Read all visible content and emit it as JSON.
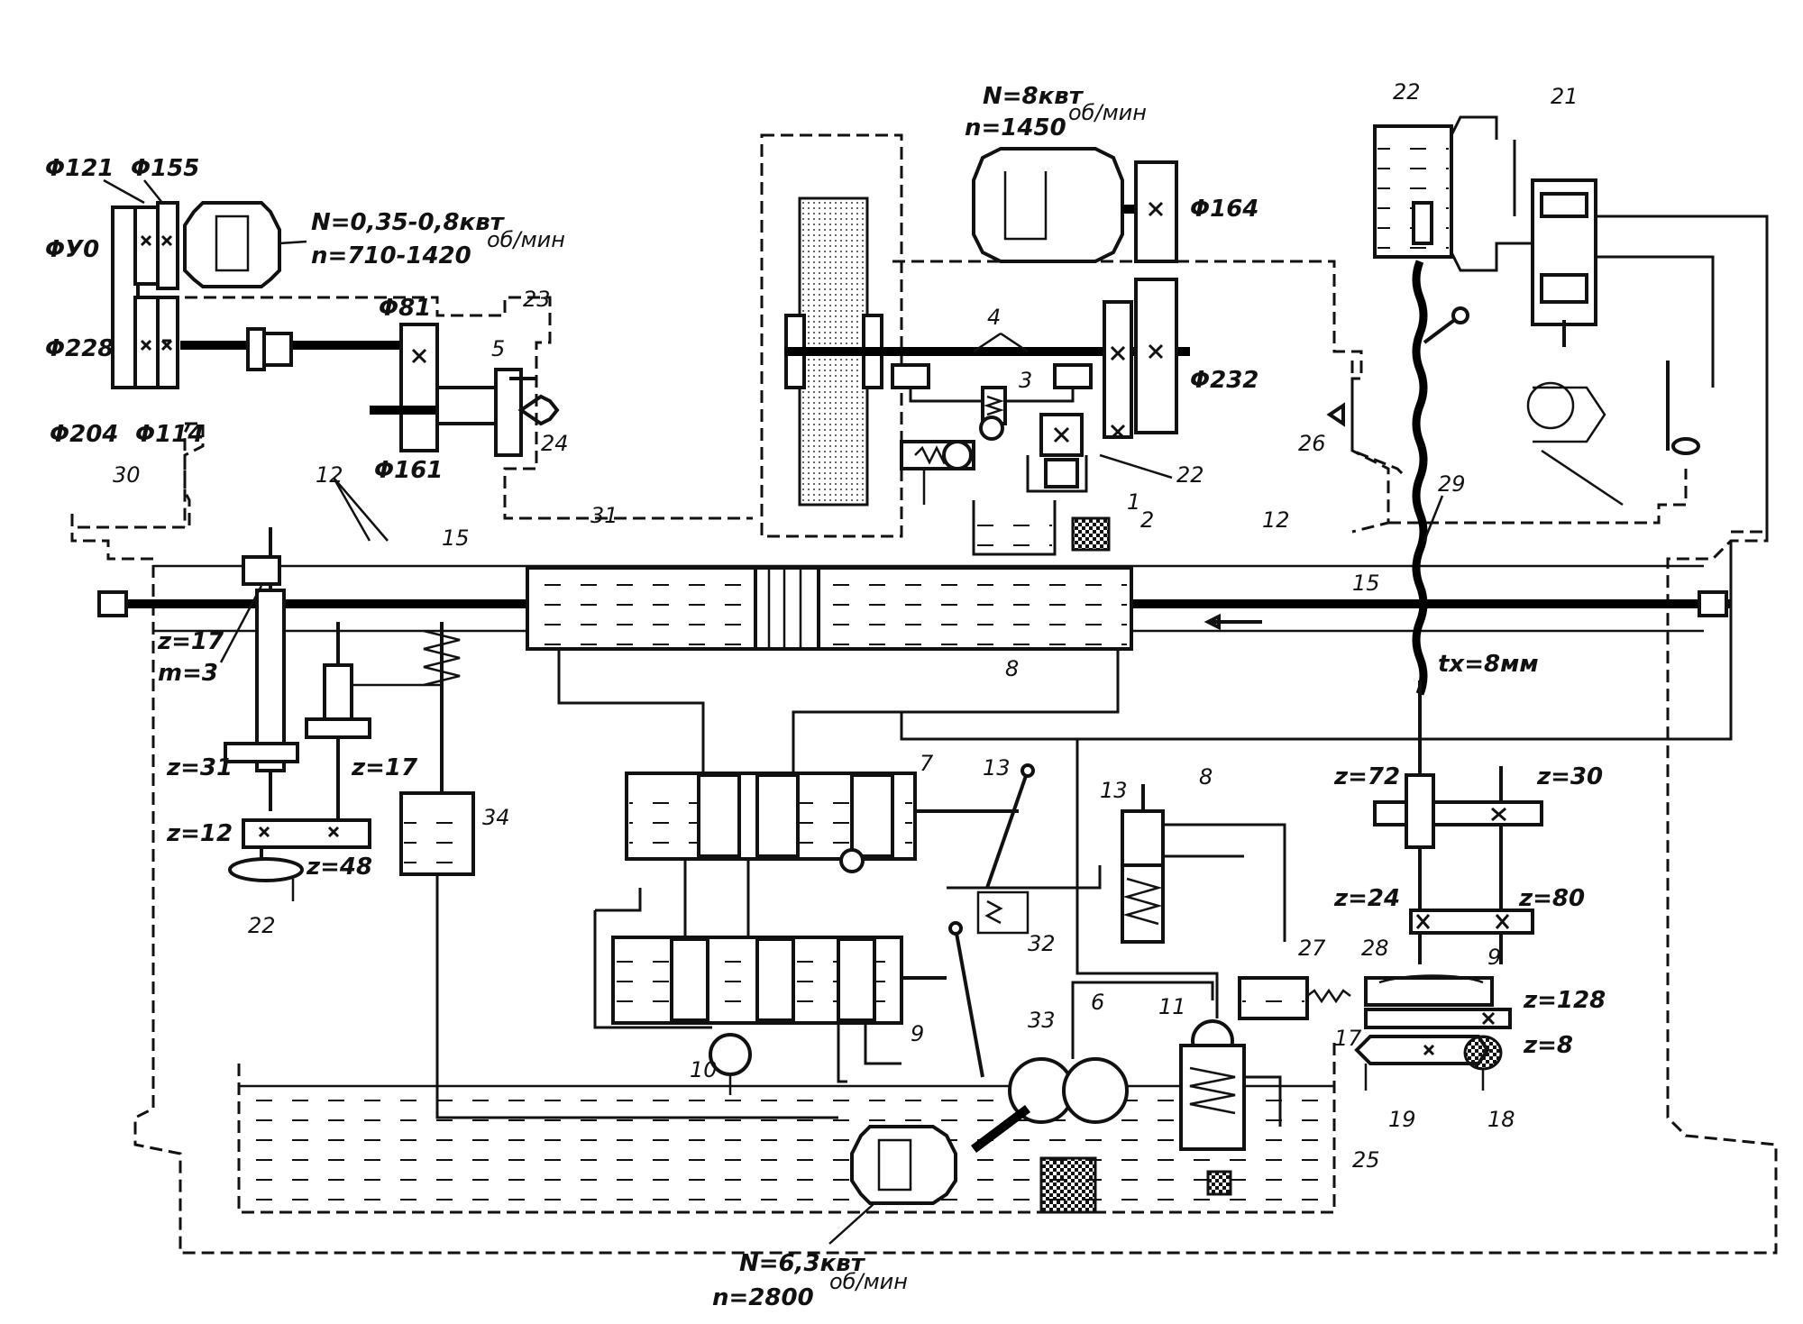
{
  "labels": {
    "d121": "Φ121",
    "d155": "Φ155",
    "d90": "ΦУ0",
    "d228": "Φ228",
    "d204": "Φ204",
    "d114": "Φ114",
    "d81": "Φ81",
    "d161": "Φ161",
    "d164": "Φ164",
    "d232": "Φ232",
    "motor1_power": "N=0,35-0,8квт",
    "motor1_speed": "n=710-1420",
    "motor2_power": "N=8квт",
    "motor2_speed": "n=1450",
    "motor3_power": "N=6,3квт",
    "motor3_speed": "n=2800",
    "unit_rpm": "об/мин",
    "z17": "z=17",
    "m3": "m=3",
    "z31": "z=31",
    "z17b": "z=17",
    "z12": "z=12",
    "z48": "z=48",
    "z72": "z=72",
    "z30": "z=30",
    "z24": "z=24",
    "z80": "z=80",
    "z128": "z=128",
    "z8": "z=8",
    "tx": "tx=8мм"
  },
  "numbers": {
    "n1": "1",
    "n2": "2",
    "n3": "3",
    "n4": "4",
    "n5": "5",
    "n6": "6",
    "n7": "7",
    "n8a": "8",
    "n8b": "8",
    "n9a": "9",
    "n9b": "9",
    "n10": "10",
    "n11": "11",
    "n12a": "12",
    "n12b": "12",
    "n13a": "13",
    "n13b": "13",
    "n15a": "15",
    "n15b": "15",
    "n17": "17",
    "n18": "18",
    "n19": "19",
    "n21": "21",
    "n22a": "22",
    "n22b": "22",
    "n22c": "22",
    "n23": "23",
    "n24": "24",
    "n25": "25",
    "n26": "26",
    "n27": "27",
    "n28": "28",
    "n29": "29",
    "n30": "30",
    "n31": "31",
    "n32": "32",
    "n33": "33",
    "n34": "34"
  },
  "colors": {
    "ink": "#111111",
    "paper": "#ffffff"
  }
}
